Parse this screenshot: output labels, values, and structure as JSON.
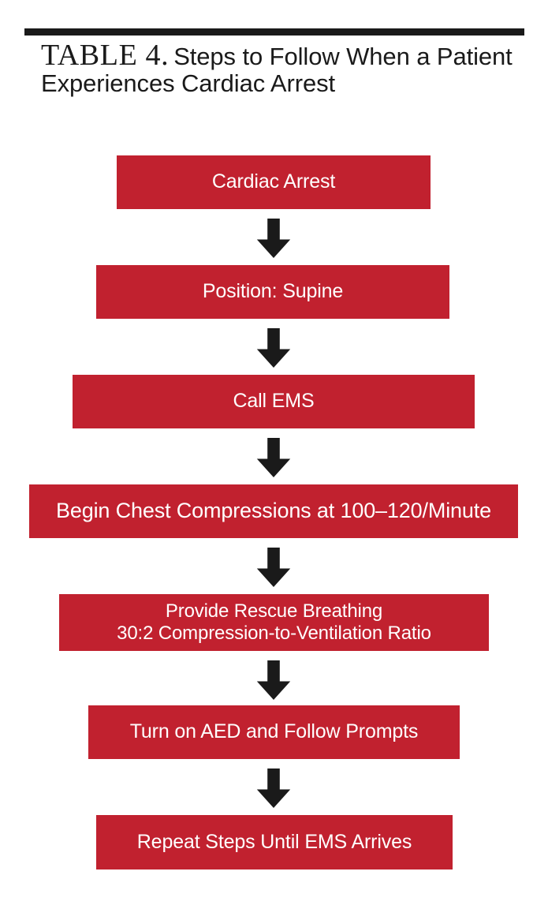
{
  "figure": {
    "label": "TABLE 4.",
    "title": "Steps to Follow When a Patient Experiences Cardiac Arrest",
    "title_line_1": "Steps to Follow",
    "title_line_2": "When a Patient Experiences",
    "title_line_3": "Cardiac Arrest"
  },
  "colors": {
    "box_fill": "#C1212F",
    "box_text": "#FFFFFF",
    "rule": "#1A1A1A",
    "arrow": "#1A1A1A",
    "background": "#FFFFFF"
  },
  "chart_data": {
    "type": "diagram",
    "subtype": "flowchart",
    "title": "TABLE 4. Steps to Follow When a Patient Experiences Cardiac Arrest",
    "orientation": "vertical-top-to-bottom",
    "connector": "down-arrow",
    "node_count": 7,
    "connector_count": 6,
    "nodes": [
      {
        "step": 1,
        "lines": [
          "Cardiac Arrest"
        ]
      },
      {
        "step": 2,
        "lines": [
          "Position: Supine"
        ]
      },
      {
        "step": 3,
        "lines": [
          "Call EMS"
        ]
      },
      {
        "step": 4,
        "lines": [
          "Begin Chest Compressions at 100–120/Minute"
        ]
      },
      {
        "step": 5,
        "lines": [
          "Provide Rescue Breathing",
          "30:2 Compression-to-Ventilation Ratio"
        ]
      },
      {
        "step": 6,
        "lines": [
          "Turn on AED and Follow Prompts"
        ]
      },
      {
        "step": 7,
        "lines": [
          "Repeat Steps Until EMS Arrives"
        ]
      }
    ],
    "edges": [
      {
        "from": 1,
        "to": 2
      },
      {
        "from": 2,
        "to": 3
      },
      {
        "from": 3,
        "to": 4
      },
      {
        "from": 4,
        "to": 5
      },
      {
        "from": 5,
        "to": 6
      },
      {
        "from": 6,
        "to": 7
      }
    ]
  }
}
